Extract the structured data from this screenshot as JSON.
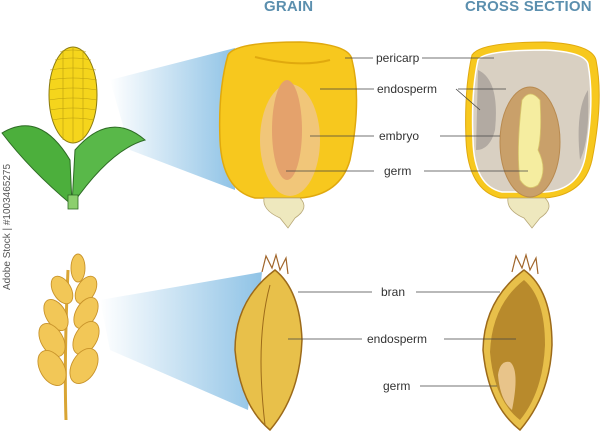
{
  "headings": {
    "grain": "GRAIN",
    "cross_section": "CROSS SECTION"
  },
  "corn": {
    "labels": [
      "pericarp",
      "endosperm",
      "embryo",
      "germ"
    ]
  },
  "wheat": {
    "labels": [
      "bran",
      "endosperm",
      "germ"
    ]
  },
  "watermark": "Adobe Stock | #1003465275",
  "colors": {
    "heading": "#5b8fae",
    "corn_yellow": "#f7c81e",
    "corn_inner": "#e8a978",
    "cross_inner": "#d7cfc0",
    "wheat_grain": "#e8c04a",
    "wheat_endosperm": "#b88a2c",
    "leaf_green": "#4caf3c",
    "beam_blue": "#a8d0ec"
  }
}
